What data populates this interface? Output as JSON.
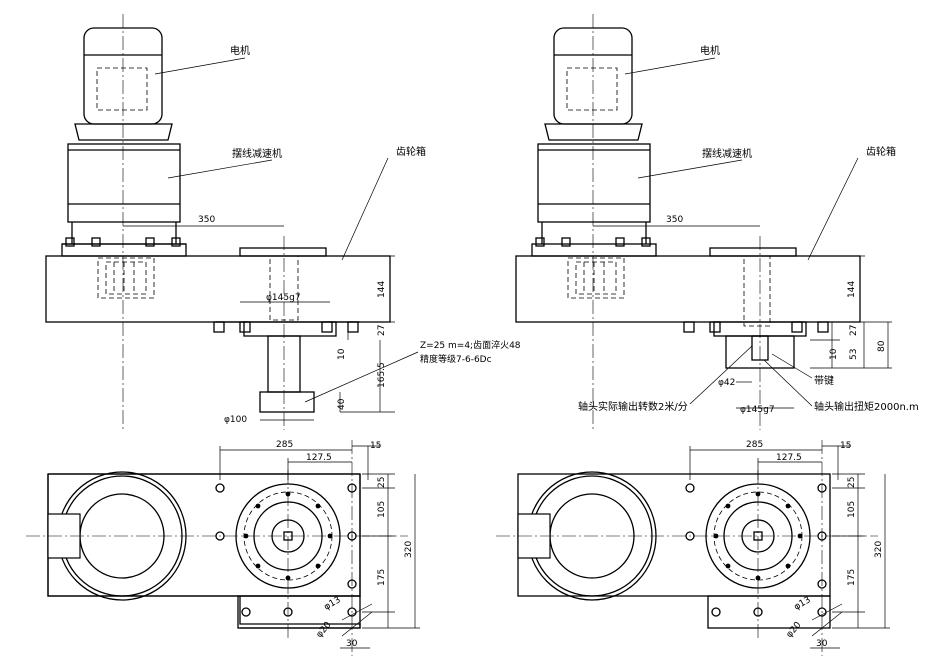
{
  "left_view": {
    "motor": "电机",
    "reducer": "摆线减速机",
    "gearbox": "齿轮箱",
    "dim_350": "350",
    "dim_145g7": "φ145g7",
    "dim_144": "144",
    "dim_27": "27",
    "dim_10": "10",
    "dim_165_5": "165.5",
    "dim_40": "40",
    "dim_100": "φ100",
    "gear_spec_1": "Z=25 m=4;齿面淬火48",
    "gear_spec_2": "精度等级7-6-6Dc"
  },
  "right_view": {
    "motor": "电机",
    "reducer": "摆线减速机",
    "gearbox": "齿轮箱",
    "dim_350": "350",
    "dim_144": "144",
    "dim_27": "27",
    "dim_10": "10",
    "dim_53": "53",
    "dim_80": "80",
    "dim_42": "φ42",
    "dim_145g7": "φ145g7",
    "key": "带键",
    "speed_note": "轴头实际输出转数2米/分",
    "torque_note": "轴头输出扭矩2000n.m"
  },
  "plan_views": {
    "dim_285": "285",
    "dim_127_5": "127.5",
    "dim_15": "15",
    "dim_25": "25",
    "dim_105": "105",
    "dim_175": "175",
    "dim_320": "320",
    "dim_13": "φ13",
    "dim_20": "φ20",
    "dim_30": "30"
  }
}
